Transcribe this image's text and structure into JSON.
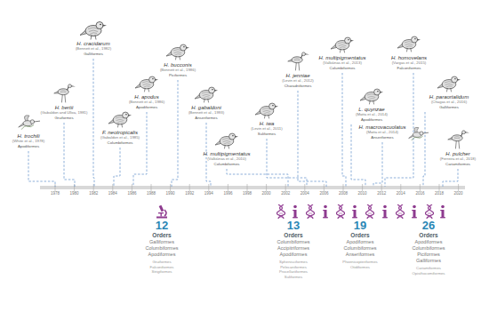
{
  "diagram": {
    "labels": [
      "H. trochili",
      "(White et al., 1978)",
      "Apodiformes",
      "H. bertii",
      "(Gabaldon and Ulloa, 1981)",
      "Gruiformes",
      "H. cracidarum",
      "(Bennett et al., 1982)",
      "Galliformes",
      "F. neotropicalis",
      "(Gabaldon et al., 1985)",
      "Columbiformes",
      "H. apodus",
      "(Bennett et al., 1986)",
      "Apodiformes",
      "H. bucconis",
      "(Bennett et al., 1986)",
      "Piciformes",
      "H. gabaldoni",
      "(Bennett et al., 1993)",
      "Anseriformes",
      "H. multipigmentatus",
      "(Valkiūnas et al., 2010)",
      "Columbiformes",
      "H. iwa",
      "(Levin et al., 2011)",
      "Suliformes",
      "H. jenniae",
      "(Levin et al., 2012)",
      "Charadriiformes",
      "H. multipigmentatus",
      "(Valkiūnas et al., 2013)",
      "Columbiformes",
      "L. quynzae",
      "(Matta et al., 2014)",
      "Apodiformes",
      "H. macrovacuolatus",
      "(Matta et al., 2014)",
      "Anseriformes",
      "H. homovelans",
      "(Vargas et al., 2015)",
      "Falconiformes",
      "H. paraortalidum",
      "(Chagas et al., 2016)",
      "Galliformes",
      "H. pulcher",
      "(Ferreira et al., 2018)",
      "Cariamiformes",
      "1978",
      "1980",
      "1982",
      "1984",
      "1986",
      "1988",
      "1990",
      "1992",
      "1994",
      "1996",
      "1998",
      "2000",
      "2002",
      "2004",
      "2006",
      "2008",
      "2010",
      "2012",
      "2014",
      "2016",
      "2018",
      "2020",
      "12",
      "Orders",
      "Galliformes",
      "Columbiformes",
      "Apodiformes",
      "Gruiformes",
      "Falconiformes",
      "Strigiformes",
      "13",
      "Orders",
      "Columbiformes",
      "Accipitriformes",
      "Apodiformes",
      "Sphenisciformes",
      "Pelecaniformes",
      "Procellariiformes",
      "Suliformes",
      "19",
      "Orders",
      "Apodiformes",
      "Columbiformes",
      "Anseriformes",
      "Phoenicopteriformes",
      "Otidiformes",
      "26",
      "Orders",
      "Apodiformes",
      "Columbiformes",
      "Piciformes",
      "Galliformes",
      "Cariamiformes",
      "Opisthocomiformes"
    ]
  }
}
